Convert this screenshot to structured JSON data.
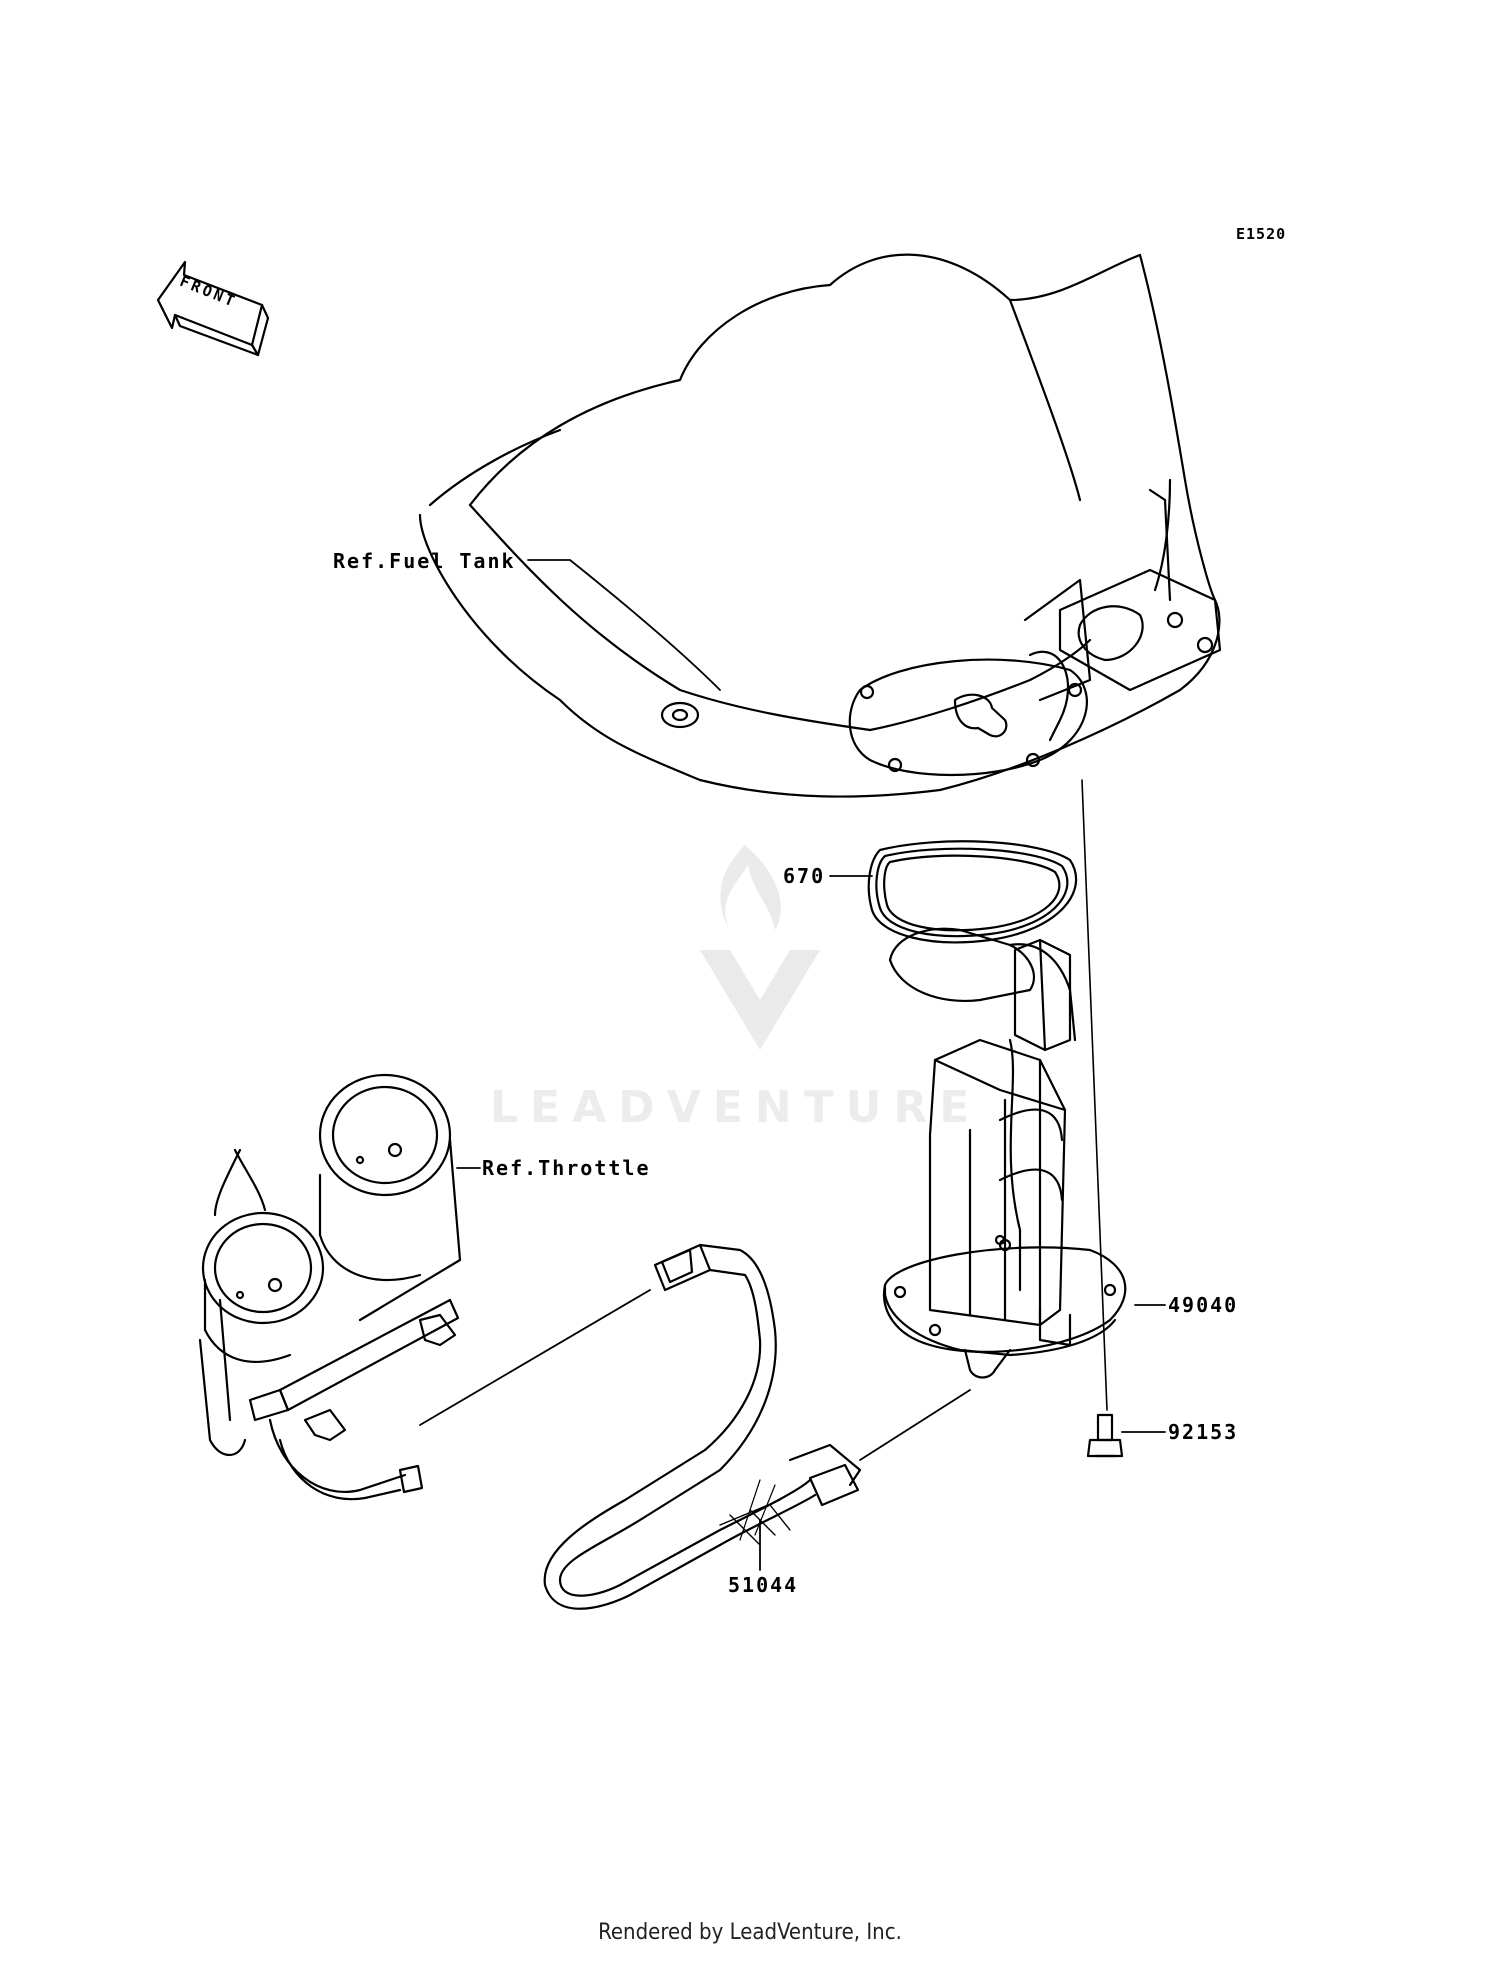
{
  "diagram": {
    "code": "E1520",
    "front_label": "FRONT",
    "callouts": {
      "fuel_tank": "Ref.Fuel Tank",
      "gasket": "670",
      "pump": "49040",
      "bolt": "92153",
      "throttle": "Ref.Throttle",
      "hose": "51044"
    },
    "watermark": "LEADVENTURE",
    "footer": "Rendered by LeadVenture, Inc."
  }
}
